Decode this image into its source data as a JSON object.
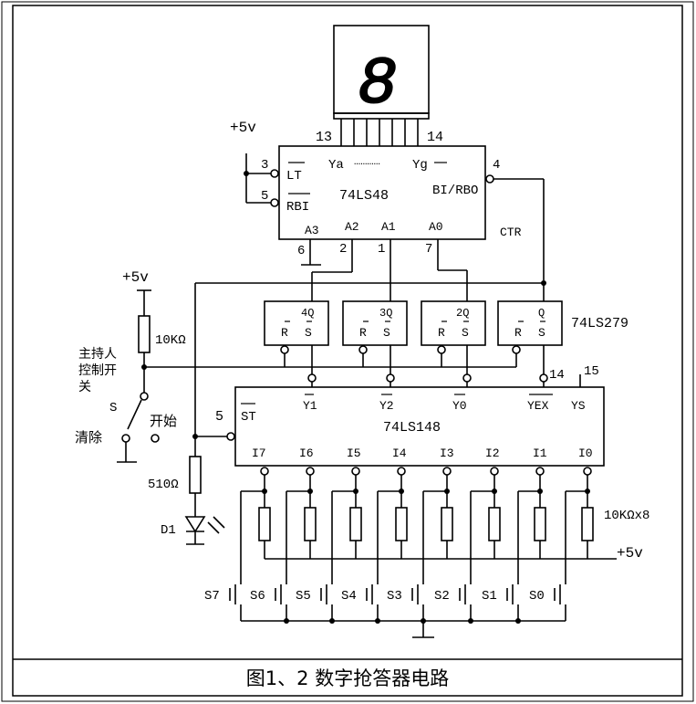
{
  "display": {
    "digit": "8"
  },
  "decoder": {
    "name": "74LS48",
    "pins": {
      "lt_num": "3",
      "rbi_num": "5",
      "a3_num": "6",
      "a2_num": "2",
      "a1_num": "1",
      "a0_num": "7",
      "bi_num": "4",
      "seg_first": "13",
      "seg_last": "14"
    },
    "labels": {
      "lt": "LT",
      "rbi": "RBI",
      "ya": "Ya",
      "yg": "Yg",
      "bi_rbo": "BI/RBO",
      "a3": "A3",
      "a2": "A2",
      "a1": "A1",
      "a0": "A0"
    }
  },
  "latch": {
    "name": "74LS279",
    "ctr": "CTR",
    "cells": [
      {
        "q": "4Q",
        "r": "R",
        "s": "S"
      },
      {
        "q": "3Q",
        "r": "R",
        "s": "S"
      },
      {
        "q": "2Q",
        "r": "R",
        "s": "S"
      },
      {
        "q": "Q",
        "r": "R",
        "s": "S"
      }
    ]
  },
  "encoder": {
    "name": "74LS148",
    "st": "ST",
    "st_pin": "5",
    "outputs": [
      "Y1",
      "Y2",
      "Y0",
      "YEX",
      "YS"
    ],
    "yex_pin": "14",
    "ys_pin": "15",
    "inputs": [
      "I7",
      "I6",
      "I5",
      "I4",
      "I3",
      "I2",
      "I1",
      "I0"
    ]
  },
  "supply": {
    "vcc_top": "+5v",
    "vcc_left": "+5v",
    "vcc_bus": "+5v"
  },
  "components": {
    "r_pullup": "10KΩ",
    "r_led": "510Ω",
    "led": "D1",
    "r_array": "10KΩx8"
  },
  "host_switch": {
    "line1": "主持人",
    "line2": "控制开",
    "line3": "关",
    "name": "S",
    "start": "开始",
    "clear": "清除"
  },
  "switches": [
    "S7",
    "S6",
    "S5",
    "S4",
    "S3",
    "S2",
    "S1",
    "S0"
  ],
  "caption": "图1、2 数字抢答器电路"
}
